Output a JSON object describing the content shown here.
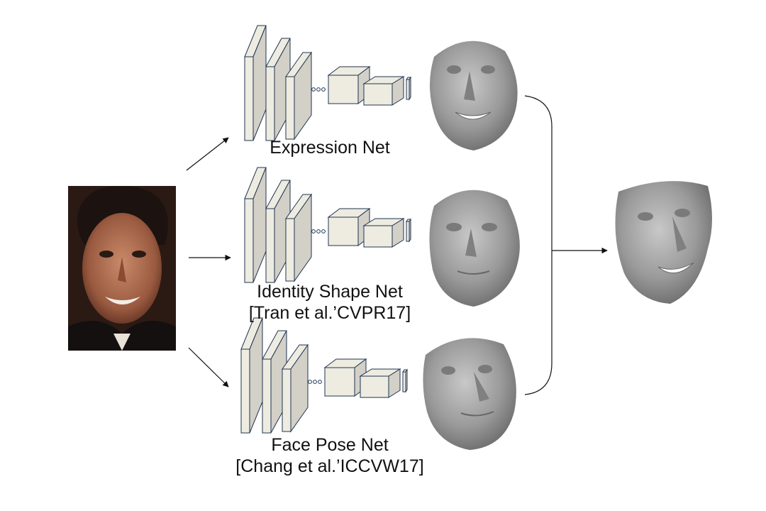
{
  "diagram": {
    "nets": [
      {
        "id": "expression",
        "label_lines": [
          "Expression Net"
        ]
      },
      {
        "id": "identity",
        "label_lines": [
          "Identity Shape Net",
          "[Tran et al.’CVPR17]"
        ]
      },
      {
        "id": "pose",
        "label_lines": [
          "Face Pose Net",
          "[Chang et al.’ICCVW17]"
        ]
      }
    ],
    "colors": {
      "layer_face": "#d3d0c8",
      "layer_side": "#eeebe1",
      "layer_stroke": "#1f3550",
      "arrow": "#111111",
      "face_mesh": "#9a9a9a"
    }
  }
}
